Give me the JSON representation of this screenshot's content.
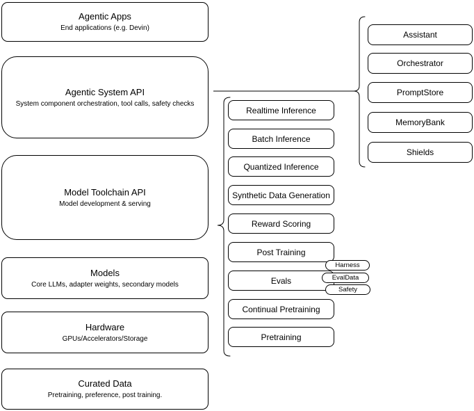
{
  "colors": {
    "node_border": "#000000",
    "node_background": "#ffffff",
    "text": "#000000",
    "connector": "#000000"
  },
  "layers": [
    {
      "title": "Agentic Apps",
      "subtitle": "End applications (e.g. Devin)"
    },
    {
      "title": "Agentic System API",
      "subtitle": "System component orchestration, tool calls, safety checks"
    },
    {
      "title": "Model Toolchain API",
      "subtitle": "Model development & serving"
    },
    {
      "title": "Models",
      "subtitle": "Core LLMs, adapter weights, secondary models"
    },
    {
      "title": "Hardware",
      "subtitle": "GPUs/Accelerators/Storage"
    },
    {
      "title": "Curated Data",
      "subtitle": "Pretraining, preference, post training."
    }
  ],
  "toolchain_capabilities": [
    "Realtime Inference",
    "Batch Inference",
    "Quantized Inference",
    "Synthetic Data Generation",
    "Reward Scoring",
    "Post Training",
    "Evals",
    "Continual Pretraining",
    "Pretraining"
  ],
  "evals_badges": [
    "Harness",
    "EvalData",
    "Safety"
  ],
  "system_components": [
    "Assistant",
    "Orchestrator",
    "PromptStore",
    "MemoryBank",
    "Shields"
  ]
}
